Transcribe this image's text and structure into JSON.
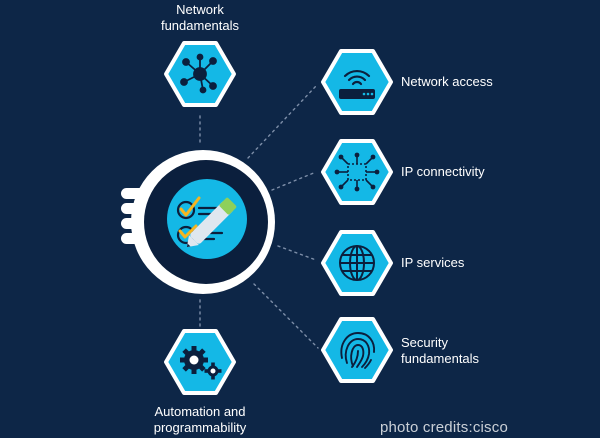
{
  "colors": {
    "background": "#0d2647",
    "hex_fill": "#14b8e6",
    "hex_border": "#ffffff",
    "center_ring": "#ffffff",
    "center_dark": "#0b1f3d",
    "connector": "#7d8ea8",
    "accent_yellow": "#f6b51f",
    "accent_green": "#8ed05a"
  },
  "topics": [
    {
      "id": "network-fundamentals",
      "label_lines": [
        "Network",
        "fundamentals"
      ],
      "icon": "network-topology-icon"
    },
    {
      "id": "network-access",
      "label_lines": [
        "Network access"
      ],
      "icon": "wifi-router-icon"
    },
    {
      "id": "ip-connectivity",
      "label_lines": [
        "IP connectivity"
      ],
      "icon": "connectivity-icon"
    },
    {
      "id": "ip-services",
      "label_lines": [
        "IP services"
      ],
      "icon": "globe-icon"
    },
    {
      "id": "security-fundamentals",
      "label_lines": [
        "Security",
        "fundamentals"
      ],
      "icon": "fingerprint-icon"
    },
    {
      "id": "automation-programmability",
      "label_lines": [
        "Automation and",
        "programmability"
      ],
      "icon": "gears-icon"
    }
  ],
  "center": {
    "icon": "checklist-pen-icon"
  },
  "credit": "photo credits:cisco"
}
